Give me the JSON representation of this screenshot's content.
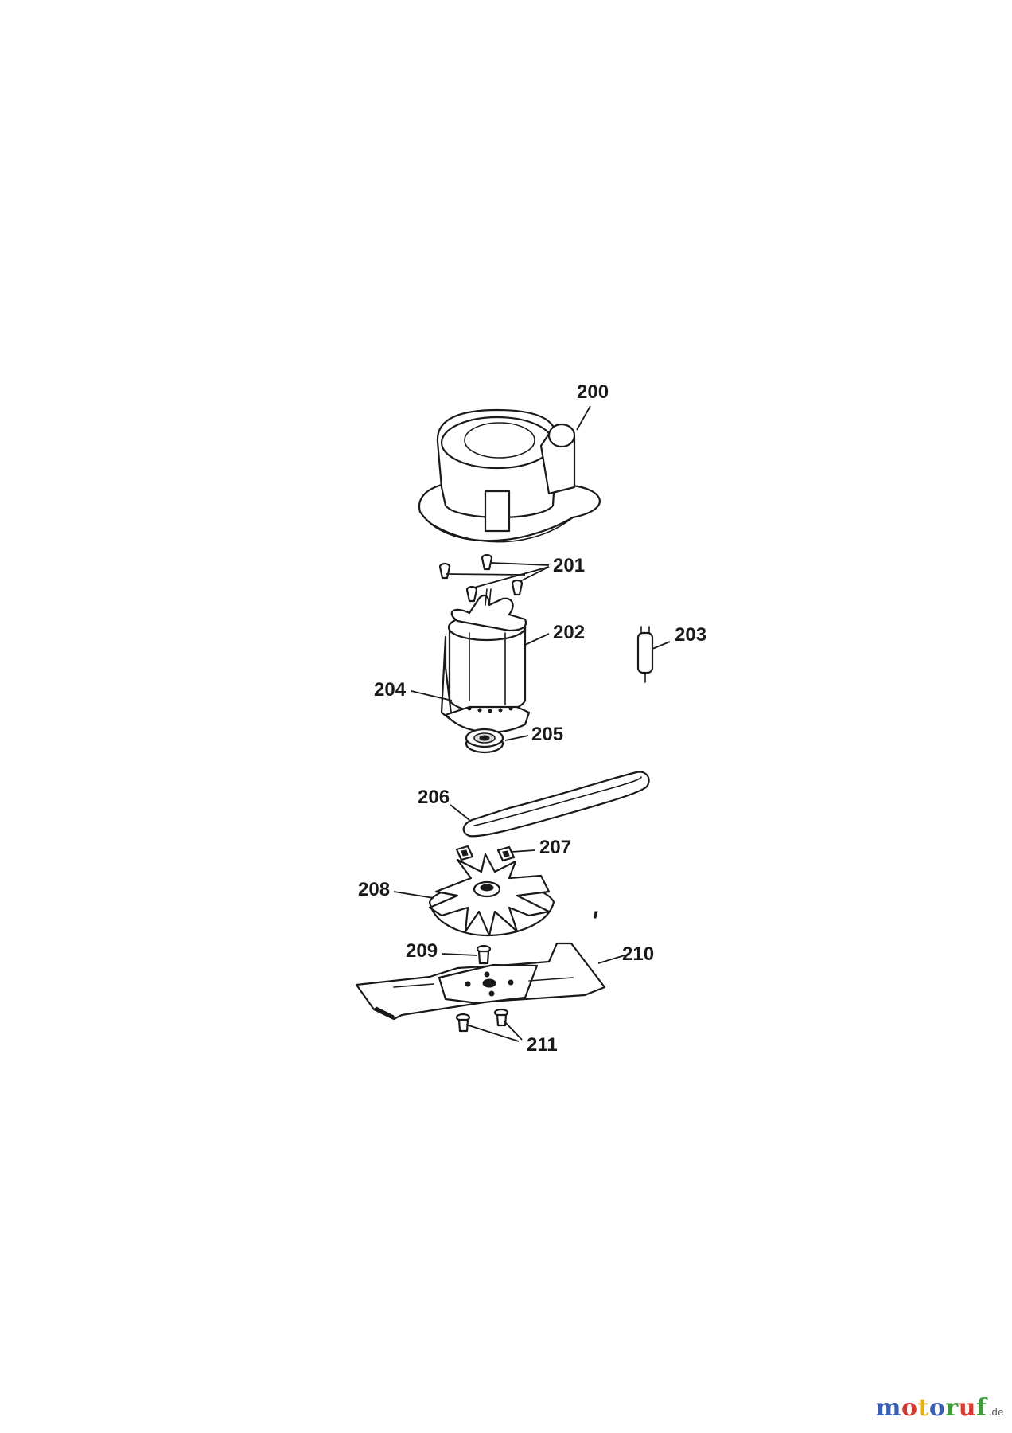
{
  "diagram": {
    "part_labels": [
      "200",
      "201",
      "202",
      "203",
      "204",
      "205",
      "206",
      "207",
      "208",
      "209",
      "210",
      "211"
    ]
  },
  "brand": {
    "name": "motoruf",
    "suffix": ".de",
    "colors": [
      "#3b5fb0",
      "#d43a2f",
      "#e2b21c",
      "#3b5fb0",
      "#3e9a3a",
      "#d43a2f",
      "#3e9a3a"
    ]
  }
}
